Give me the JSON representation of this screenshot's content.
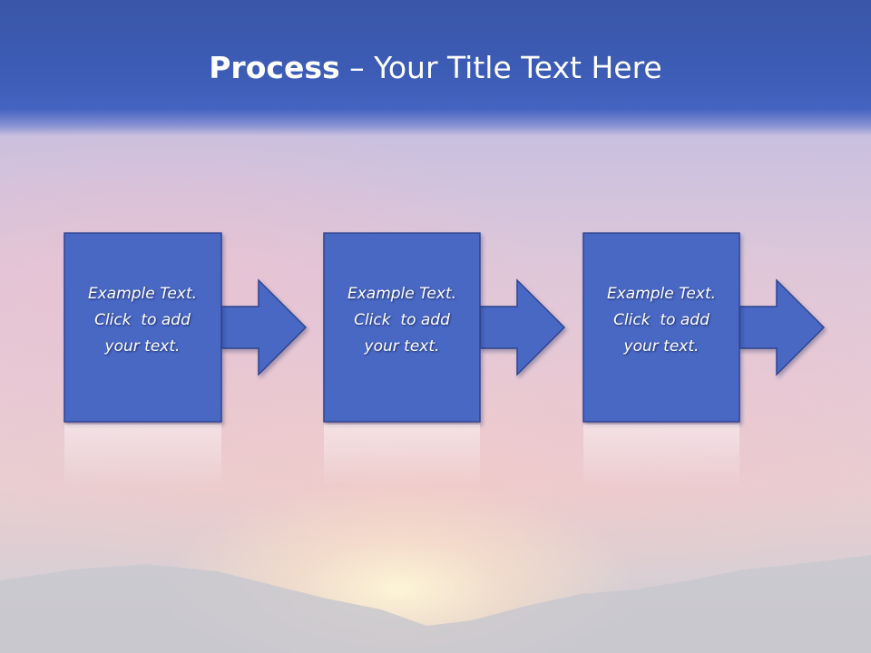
{
  "slide": {
    "title_bold": "Process",
    "title_rest": " – Your Title Text Here"
  },
  "steps": [
    {
      "line1": "Example Text.",
      "line2": "Click  to add",
      "line3": "your text."
    },
    {
      "line1": "Example Text.",
      "line2": "Click  to add",
      "line3": "your text."
    },
    {
      "line1": "Example Text.",
      "line2": "Click  to add",
      "line3": "your text."
    }
  ],
  "colors": {
    "header": "#3c5cb6",
    "box_fill": "#4a67c4",
    "box_stroke": "#2e4590",
    "text": "#ffffff"
  }
}
